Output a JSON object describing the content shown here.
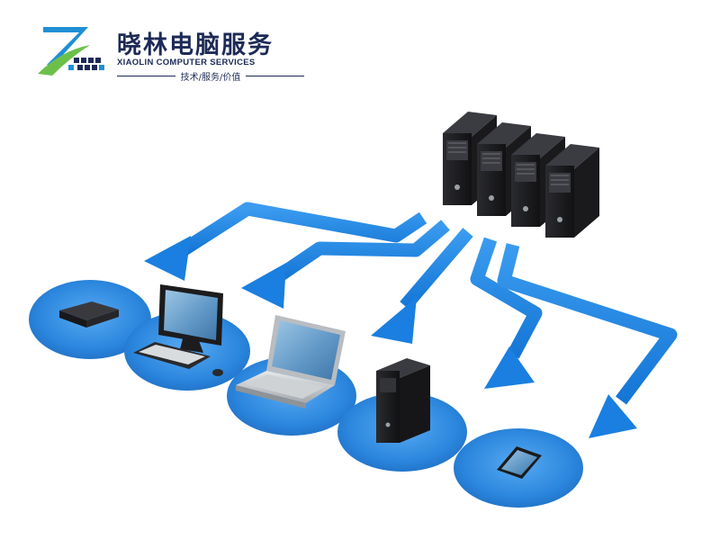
{
  "brand": {
    "name_cn": "晓林电脑服务",
    "name_en": "XIAOLIN COMPUTER SERVICES",
    "tagline": "技术/服务/价值"
  },
  "colors": {
    "brand_navy": "#1d2a57",
    "logo_blue": "#1f8fd6",
    "logo_green": "#6cc04a",
    "arrow_blue": "#1f86e3",
    "disc_blue": "#2d8be0",
    "device_dark": "#1b1b1d"
  },
  "diagram": {
    "source": "server-rack-icon",
    "targets": [
      "set-top-box-icon",
      "desktop-computer-icon",
      "laptop-icon",
      "tower-pc-icon",
      "tablet-icon"
    ]
  }
}
